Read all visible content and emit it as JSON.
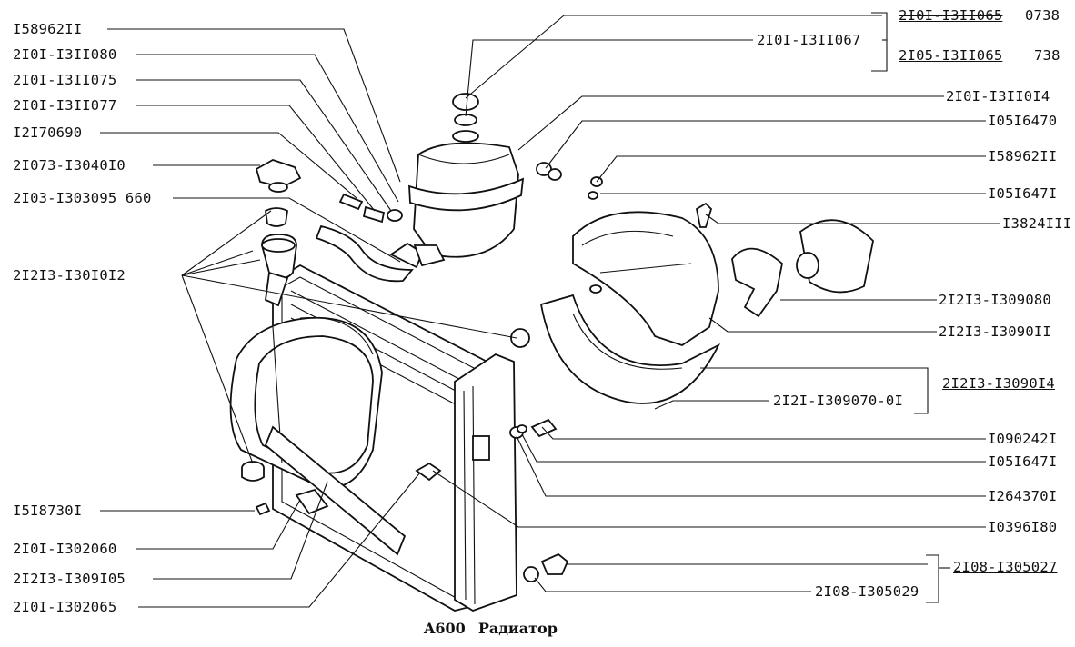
{
  "diagram": {
    "code": "A600",
    "title": "Радиатор"
  },
  "labels": {
    "l_158962II_top": "I58962II",
    "l_2101_1311080": "2I0I-I3II080",
    "l_2101_1311075": "2I0I-I3II075",
    "l_2101_1311077": "2I0I-I3II077",
    "l_12170690": "I2I70690",
    "l_21073_1304010": "2I073-I3040I0",
    "l_2103_1303095": "2I03-I303095 660",
    "l_21213_1301012": "2I2I3-I30I0I2",
    "l_1518730I": "I5I8730I",
    "l_2101_1302060": "2I0I-I302060",
    "l_21213_1309105": "2I2I3-I309I05",
    "l_2101_1302065": "2I0I-I302065",
    "l_2101_1311067": "2I0I-I3II067",
    "l_2101_1311065": "2I0I-I3II065",
    "l_2101_1311065_qty": "0738",
    "l_2105_1311065": "2I05-I3II065",
    "l_2105_1311065_qty": "738",
    "l_2101_131014": "2I0I-I3II0I4",
    "l_10516470": "I05I6470",
    "l_158962II_right": "I58962II",
    "l_1051647I_top": "I05I647I",
    "l_1382411I": "I3824III",
    "l_21213_1309080": "2I2I3-I309080",
    "l_21213_13090II": "2I2I3-I3090II",
    "l_21213_13090I4": "2I2I3-I3090I4",
    "l_2121_1309070": "2I2I-I309070-0I",
    "l_1090242I": "I090242I",
    "l_1051647I_bot": "I05I647I",
    "l_1264370I": "I264370I",
    "l_10396I80": "I0396I80",
    "l_2108_1305027": "2I08-I305027",
    "l_2108_1305029": "2I08-I305029"
  }
}
